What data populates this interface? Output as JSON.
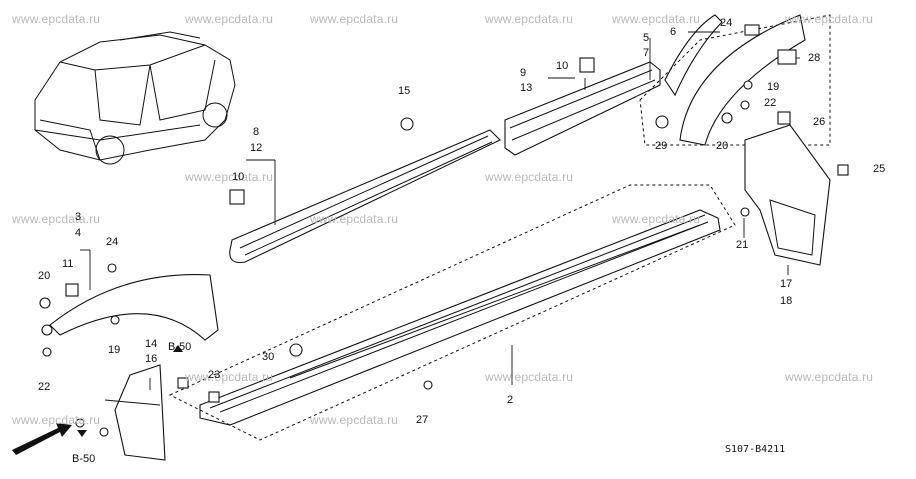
{
  "watermark": "www.epcdata.ru",
  "diagram_code": "S107-B4211",
  "front_label": "FR.",
  "refs": [
    "B-50",
    "B-50"
  ],
  "callouts": [
    "2",
    "3",
    "4",
    "5",
    "6",
    "7",
    "8",
    "9",
    "10",
    "10",
    "11",
    "12",
    "13",
    "14",
    "15",
    "16",
    "17",
    "18",
    "19",
    "19",
    "20",
    "20",
    "21",
    "22",
    "22",
    "23",
    "24",
    "24",
    "25",
    "26",
    "27",
    "28",
    "29",
    "30"
  ]
}
